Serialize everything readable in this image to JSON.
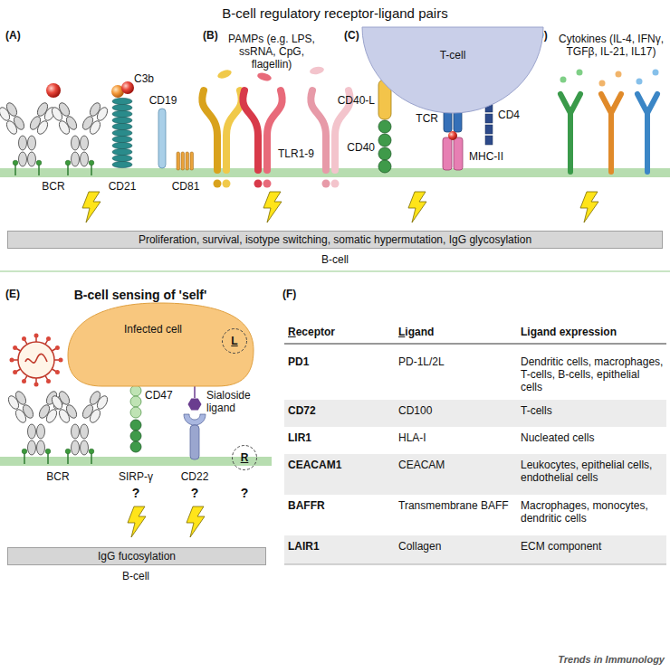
{
  "diagram": {
    "title": "B-cell regulatory receptor-ligand pairs",
    "nodes": [
      {
        "text": [
          "T-cell"
        ]
      },
      {
        "text": [
          "Proliferation, survival, isotype switching, somatic hypermutation, IgG glycosylation"
        ]
      },
      {
        "text": [
          "Infected cell"
        ]
      },
      {
        "text": [
          "L"
        ],
        "in": 2
      },
      {
        "text": [
          "R"
        ]
      },
      {
        "text": [
          "IgG fucosylation"
        ]
      }
    ],
    "labels": [
      "(A)",
      "C3b",
      "BCR",
      "CD21",
      "CD19",
      "CD81",
      "(B)",
      "PAMPs (e.g. LPS, ssRNA, CpG, flagellin)",
      "TLR1-9",
      "(C)",
      "CD40-L",
      "TCR",
      "CD4",
      "CD40",
      "MHC-II",
      "(D)",
      "Cytokines (IL-4, IFNγ, TGFβ, IL-21, IL17)",
      "B-cell",
      "(E)",
      "B-cell sensing of 'self'",
      "CD47",
      "Sialoside ligand",
      "BCR",
      "SIRP-γ",
      "CD22",
      "?",
      "?",
      "?",
      "B-cell",
      "(F)",
      "Receptor",
      "Ligand",
      "Ligand expression",
      "PD1",
      "PD-1L/2L",
      "Dendritic cells, macrophages, T-cells, B-cells, epithelial cells",
      "CD72",
      "CD100",
      "T-cells",
      "LIR1",
      "HLA-I",
      "Nucleated cells",
      "CEACAM1",
      "CEACAM",
      "Leukocytes, epithelial cells, endothelial cells",
      "BAFFR",
      "Transmembrane BAFF",
      "Macrophages, monocytes, dendritic cells",
      "LAIR1",
      "Collagen",
      "ECM component",
      "Trends in Immunology"
    ]
  }
}
